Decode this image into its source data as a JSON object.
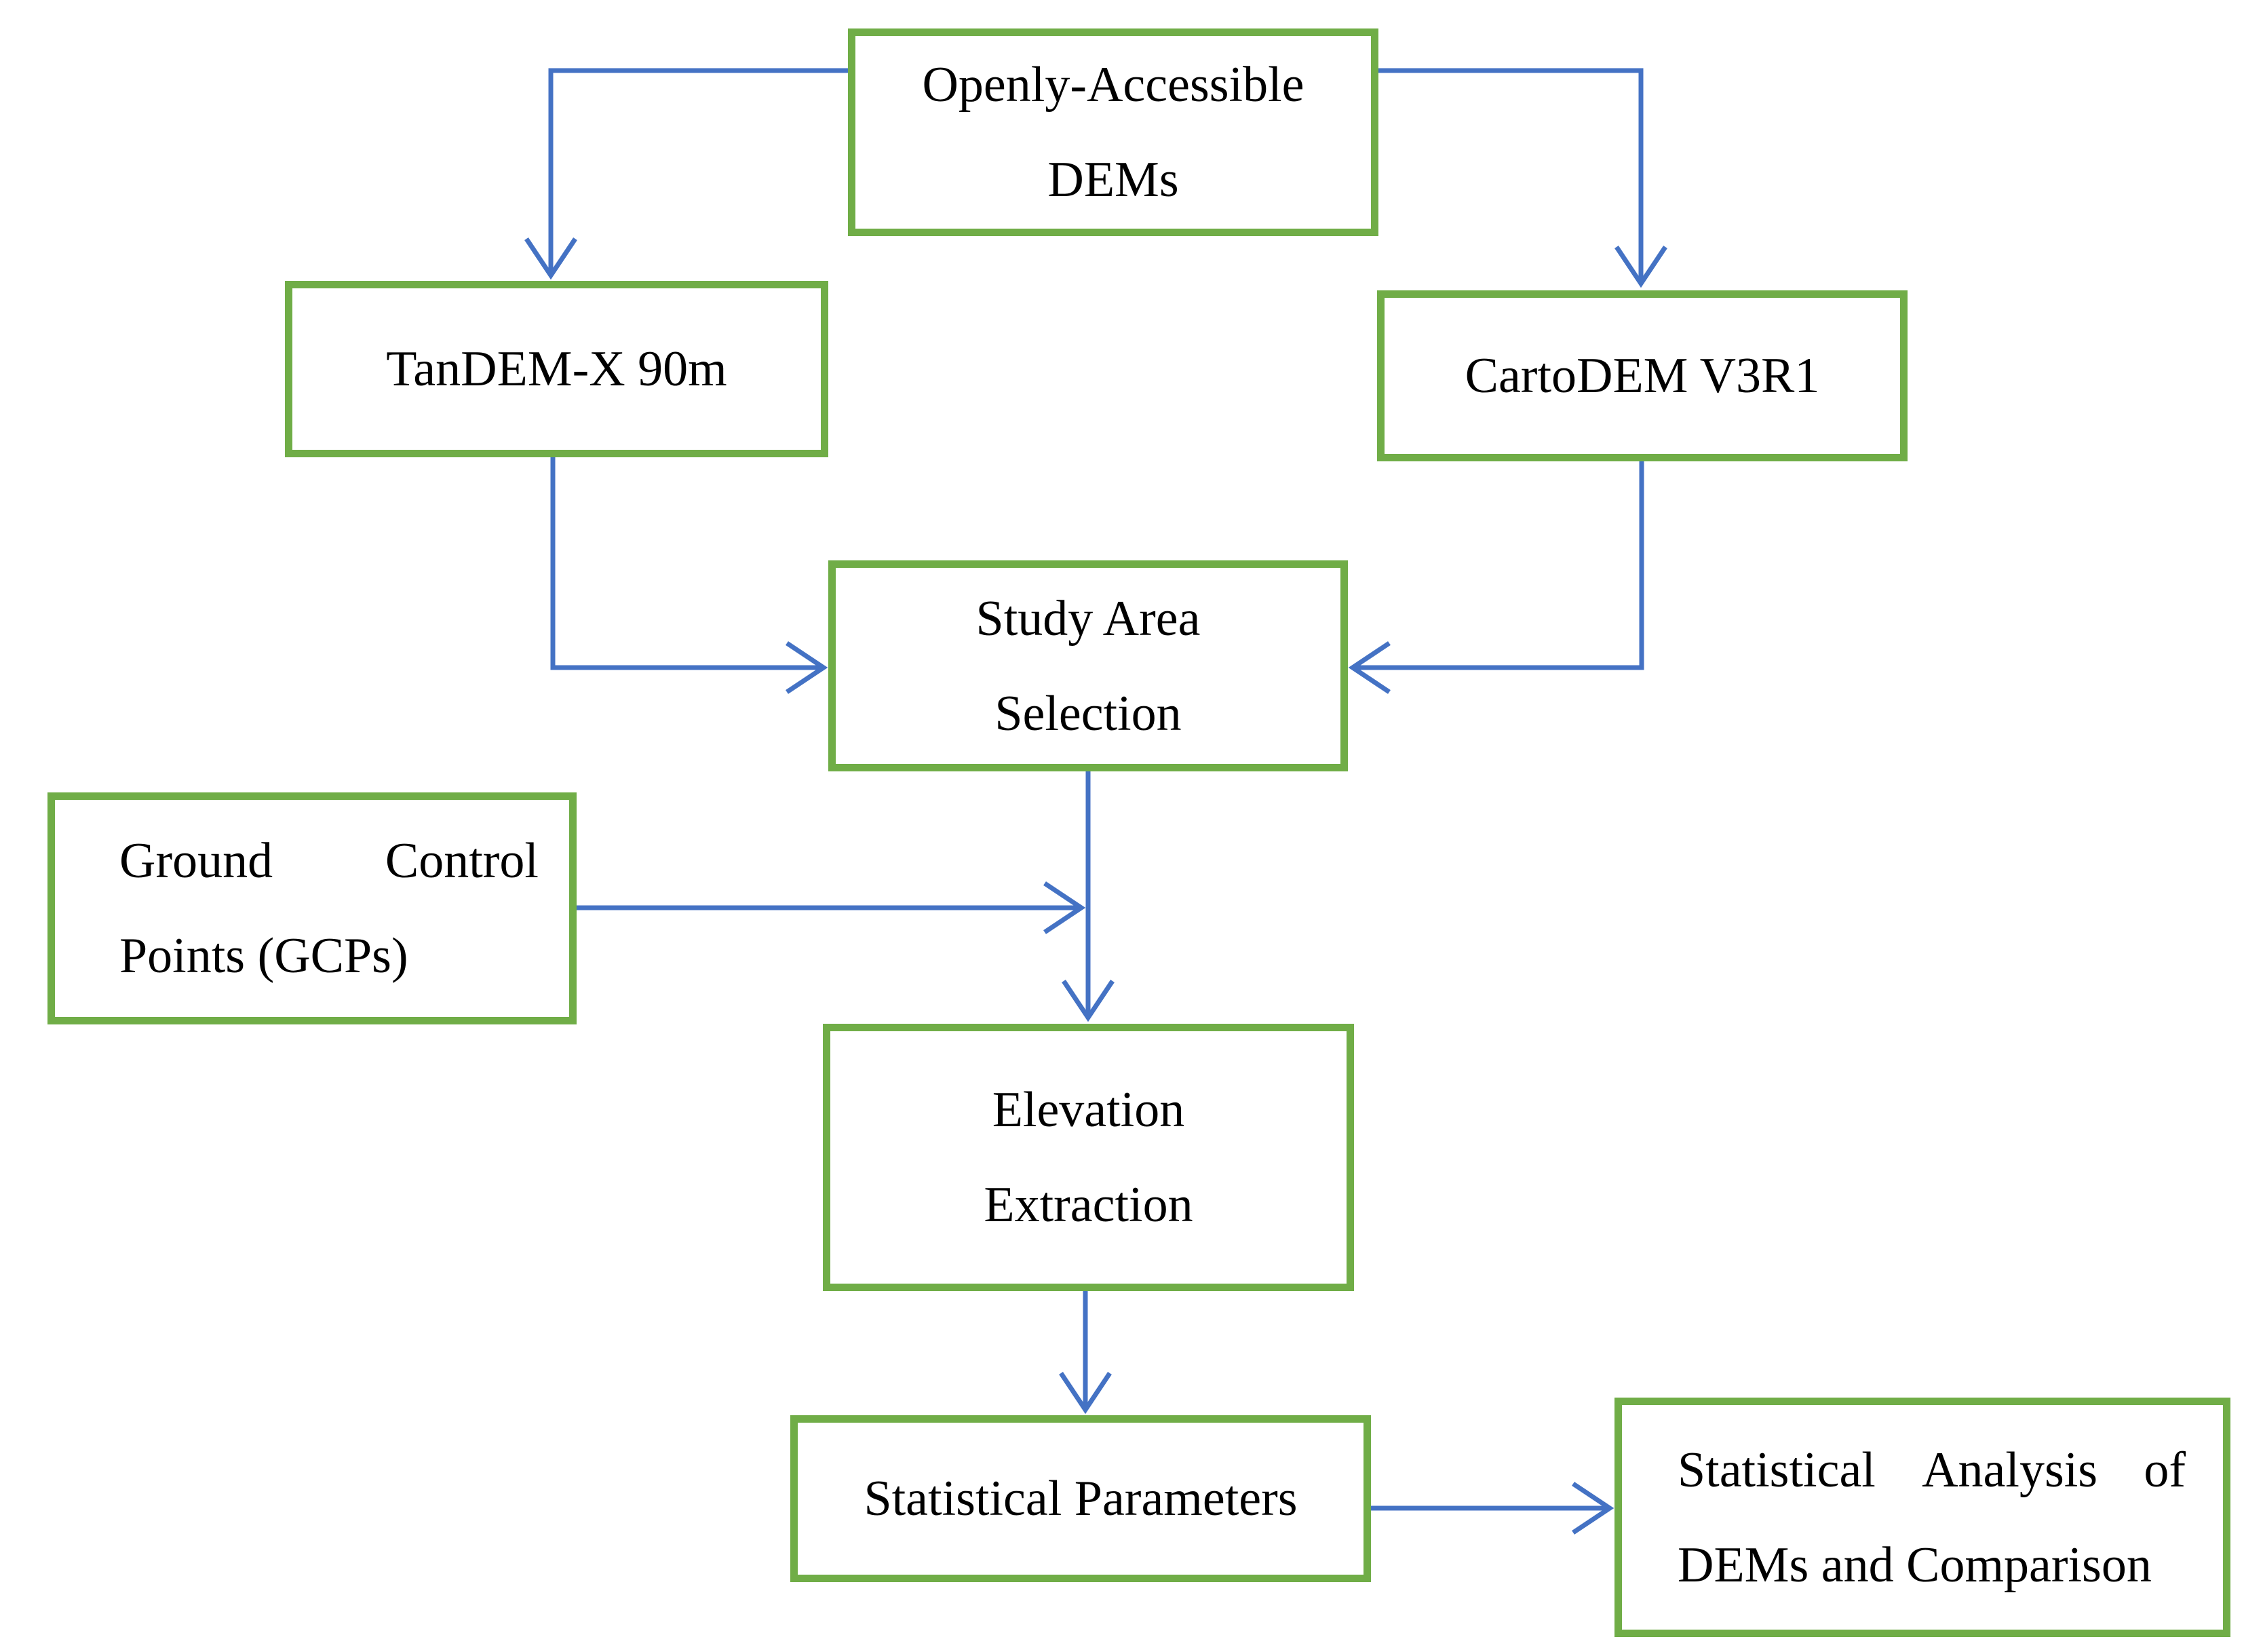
{
  "diagram": {
    "nodes": {
      "open_dems": {
        "lines": [
          "Openly-Accessible",
          "DEMs"
        ]
      },
      "tandem": {
        "label": "TanDEM-X 90m"
      },
      "carto": {
        "label": "CartoDEM V3R1"
      },
      "study": {
        "lines": [
          "Study Area",
          "Selection"
        ]
      },
      "gcp": {
        "line1_words": [
          "Ground",
          "Control"
        ],
        "line2": "Points (GCPs)"
      },
      "elevation": {
        "lines": [
          "Elevation",
          "Extraction"
        ]
      },
      "stat_params": {
        "label": "Statistical Parameters"
      },
      "stat_analysis": {
        "line1_words": [
          "Statistical",
          "Analysis",
          "of"
        ],
        "line2": "DEMs and Comparison"
      }
    },
    "edges": [
      {
        "from": "open_dems",
        "to": "tandem"
      },
      {
        "from": "open_dems",
        "to": "carto"
      },
      {
        "from": "tandem",
        "to": "study"
      },
      {
        "from": "carto",
        "to": "study"
      },
      {
        "from": "study",
        "to": "elevation"
      },
      {
        "from": "gcp",
        "to": "elevation"
      },
      {
        "from": "elevation",
        "to": "stat_params"
      },
      {
        "from": "stat_params",
        "to": "stat_analysis"
      }
    ],
    "colors": {
      "box_border": "#70AD47",
      "arrow": "#4472C4",
      "text": "#000000",
      "background": "#FFFFFF"
    }
  }
}
